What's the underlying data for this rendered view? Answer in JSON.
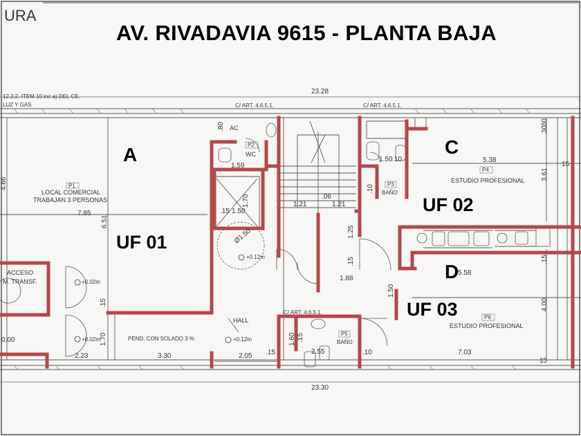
{
  "title": "AV. RIVADAVIA 9615 - PLANTA BAJA",
  "corner_label": "URA",
  "notes": {
    "top_left_line1": "12.2.2. ITEM 10 inc a) DEL CE.",
    "top_left_line2": "LUZ Y GAS",
    "art_1": "C/ ART. 4.6.5.1.",
    "art_2": "C/ ART. 4.6.5.1.",
    "art_3": "C/ ART. 4.6.5.1.",
    "pend": "PEND. CON SOLADO 3 %"
  },
  "units": {
    "a_letter": "A",
    "uf01": "UF 01",
    "c_letter": "C",
    "uf02": "UF 02",
    "d_letter": "D",
    "uf03": "UF 03"
  },
  "rooms": {
    "p1_code": "P1",
    "p1_line1": "LOCAL COMERCIAL",
    "p1_line2": "TRABAJAN 3 PERSONAS",
    "p2_code": "P2",
    "wc": "WC",
    "ac": "AC",
    "p3_code": "P3",
    "bano1": "BAÑO",
    "p4_code": "P4",
    "estudio1": "ESTUDIO PROFESIONAL",
    "hall": "HALL",
    "p5_code": "P5",
    "bano2": "BAÑO",
    "p6_code": "P6",
    "estudio2": "ESTUDIO PROFESIONAL",
    "acceso": "ACCESO",
    "transf": "M. TRANSF."
  },
  "dimensions": {
    "top_total": "23.28",
    "bottom_total": "23.30",
    "d_785": "7.85",
    "d_651": "6.51",
    "d_466": "4.66",
    "d_223": "2.23",
    "d_330": "3.30",
    "d_205": "2.05",
    "d_255": "2.55",
    "d_080": ".80",
    "d_159": "1.59",
    "d_015a": ".15",
    "d_150a": "1.50",
    "d_170": "1.70",
    "d_121a": "1.21",
    "d_121b": "1.21",
    "d_006": ".06",
    "d_125": "1.25",
    "d_015b": ".15",
    "d_188": "1.88",
    "d_150b": "1.50",
    "d_010a": ".10",
    "d_150c": "1.50",
    "d_010b": ".10",
    "d_538": "5.38",
    "d_361": "3.61",
    "d_015c": "15",
    "d_030": ".30",
    "d_015d": ".15",
    "d_558": "5.58",
    "d_400": "4.00",
    "d_703": "7.03",
    "d_010c": ".10",
    "d_160": "1.60",
    "d_015e": ".15",
    "d_170b": "1.70",
    "d_015f": ".15",
    "d_015g": ".15",
    "d_015h": "15",
    "d_030b": ".30",
    "d_000": "0.00",
    "d_diam": "Ø1.50"
  },
  "levels": {
    "lv_012a": "+0.12m",
    "lv_002a": "+0.02m",
    "lv_002b": "+0.02m",
    "lv_012b": "+0.12m"
  },
  "colors": {
    "wall": "#b5474a",
    "line": "#444444",
    "paper": "#f7f7f5"
  }
}
